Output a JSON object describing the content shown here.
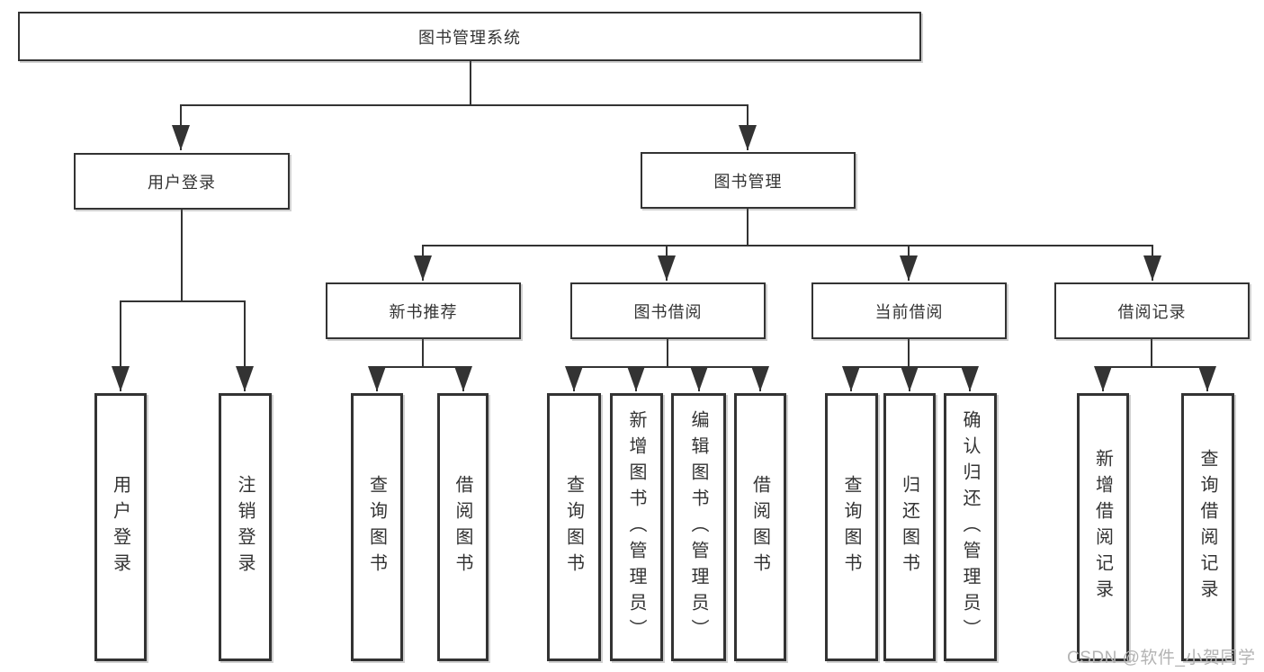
{
  "diagram_title": "图书管理系统",
  "tree": {
    "label": "图书管理系统",
    "children": [
      {
        "label": "用户登录",
        "children": [
          {
            "label": "用户登录"
          },
          {
            "label": "注销登录"
          }
        ]
      },
      {
        "label": "图书管理",
        "children": [
          {
            "label": "新书推荐",
            "children": [
              {
                "label": "查询图书"
              },
              {
                "label": "借阅图书"
              }
            ]
          },
          {
            "label": "图书借阅",
            "children": [
              {
                "label": "查询图书"
              },
              {
                "label": "新增图书（管理员）"
              },
              {
                "label": "编辑图书（管理员）"
              },
              {
                "label": "借阅图书"
              }
            ]
          },
          {
            "label": "当前借阅",
            "children": [
              {
                "label": "查询图书"
              },
              {
                "label": "归还图书"
              },
              {
                "label": "确认归还（管理员）"
              }
            ]
          },
          {
            "label": "借阅记录",
            "children": [
              {
                "label": "新增借阅记录"
              },
              {
                "label": "查询借阅记录"
              }
            ]
          }
        ]
      }
    ]
  },
  "watermark": {
    "text": "CSDN @软件_小贺同学"
  },
  "colors": {
    "line": "#333333",
    "border": "#333333",
    "text": "#333333",
    "background": "#ffffff",
    "watermark": "#b3b3b3"
  }
}
